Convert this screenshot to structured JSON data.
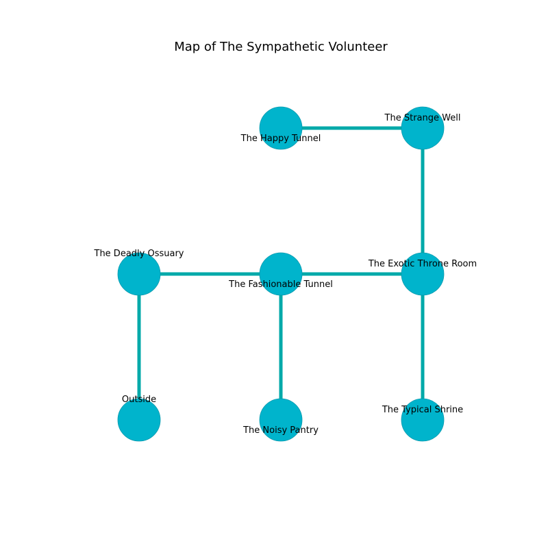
{
  "title": "Map of The Sympathetic Volunteer",
  "colors": {
    "node_fill": "#00b4cc",
    "node_stroke": "#0a9aae",
    "edge": "#00a9a9",
    "text": "#000000",
    "background": "#ffffff"
  },
  "rooms": [
    {
      "id": "happy-tunnel",
      "name": "The Happy Tunnel"
    },
    {
      "id": "strange-well",
      "name": "The Strange Well"
    },
    {
      "id": "deadly-ossuary",
      "name": "The Deadly Ossuary"
    },
    {
      "id": "fashionable-tunnel",
      "name": "The Fashionable Tunnel"
    },
    {
      "id": "exotic-throne-room",
      "name": "The Exotic Throne Room"
    },
    {
      "id": "outside",
      "name": "Outside"
    },
    {
      "id": "noisy-pantry",
      "name": "The Noisy Pantry"
    },
    {
      "id": "typical-shrine",
      "name": "The Typical Shrine"
    }
  ],
  "connections": [
    [
      "happy-tunnel",
      "strange-well"
    ],
    [
      "strange-well",
      "exotic-throne-room"
    ],
    [
      "deadly-ossuary",
      "fashionable-tunnel"
    ],
    [
      "fashionable-tunnel",
      "exotic-throne-room"
    ],
    [
      "deadly-ossuary",
      "outside"
    ],
    [
      "fashionable-tunnel",
      "noisy-pantry"
    ],
    [
      "exotic-throne-room",
      "typical-shrine"
    ]
  ]
}
